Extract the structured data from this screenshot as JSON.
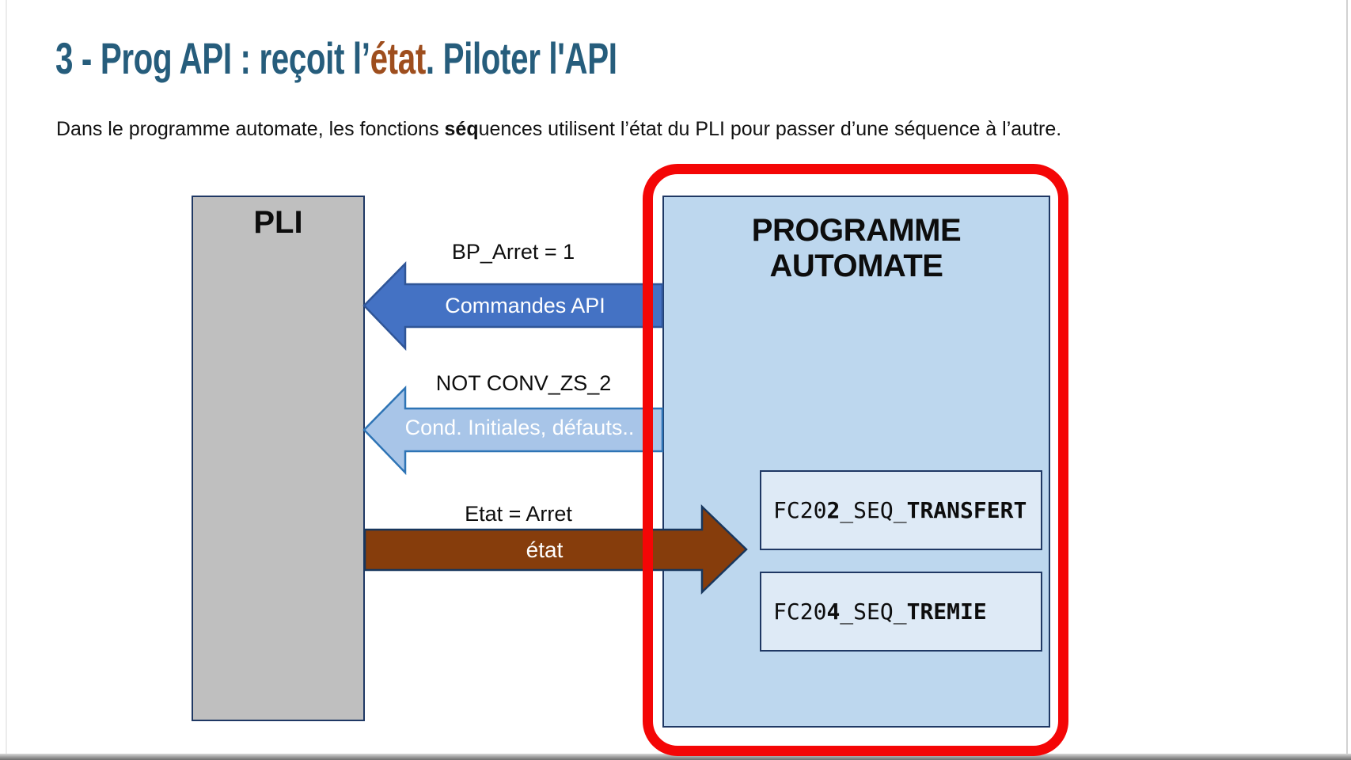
{
  "slide": {
    "title": {
      "part1": "3 - Prog API : reçoit l’",
      "accent": "état",
      "part2": ". Piloter l'API"
    },
    "intro": {
      "part1": "Dans le programme automate, les fonctions ",
      "bold": "séq",
      "part2": "uences utilisent l’état du PLI pour passer d’une séquence à l’autre."
    }
  },
  "diagram": {
    "pli_label": "PLI",
    "automate_label": "PROGRAMME AUTOMATE",
    "arrows": [
      {
        "id": "commandes-api",
        "direction": "left",
        "caption": "BP_Arret = 1",
        "label": "Commandes API"
      },
      {
        "id": "conditions-initiales",
        "direction": "left",
        "caption": "NOT CONV_ZS_2",
        "label": "Cond. Initiales, défauts.."
      },
      {
        "id": "etat",
        "direction": "right",
        "caption": "Etat = Arret",
        "label": "état"
      }
    ],
    "function_blocks": [
      {
        "prefix": "FC20",
        "number": "2",
        "middle": "_SEQ_",
        "suffix": "TRANSFERT"
      },
      {
        "prefix": "FC20",
        "number": "4",
        "middle": "_SEQ_",
        "suffix": "TREMIE"
      }
    ]
  },
  "colors": {
    "title_text": "#265D7C",
    "title_accent": "#9E4E1E",
    "body_text": "#121212",
    "box_border": "#1F3864",
    "pli_fill": "#BFBFBF",
    "automate_fill": "#BDD7EE",
    "fc_fill": "#DEEAF6",
    "arrow_cmd_fill": "#4472C4",
    "arrow_cmd_stroke": "#2F5597",
    "arrow_cond_fill": "#A8C5E8",
    "arrow_cond_stroke": "#2E74B5",
    "arrow_state_fill": "#863D0C",
    "arrow_state_stroke": "#17365D",
    "highlight_outline": "#F40606",
    "footer_top": "#DADADA",
    "footer_bottom": "#6E6E6E"
  }
}
